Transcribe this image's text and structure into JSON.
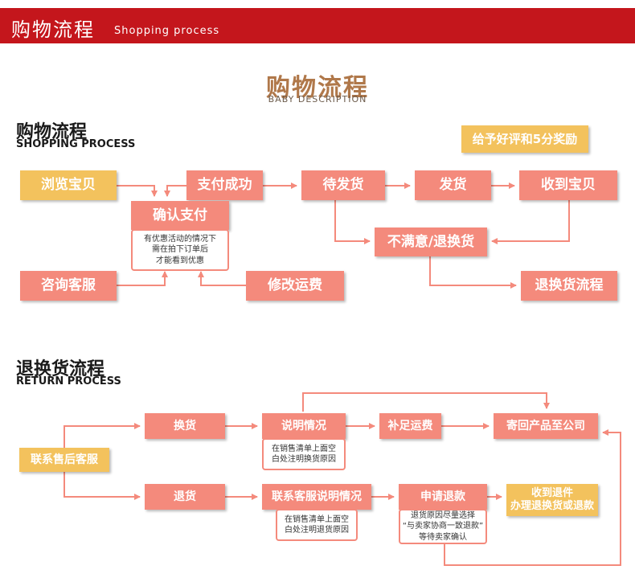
{
  "banner": {
    "title": "购物流程",
    "subtitle": "Shopping process"
  },
  "logo": {
    "cn": "购物流程",
    "en": "BABY DESCRIPTION"
  },
  "shopping": {
    "title_cn": "购物流程",
    "title_en": "SHOPPING PROCESS",
    "reward": "给予好评和5分奖励",
    "browse": "浏览宝贝",
    "pay": "支付成功",
    "await": "待发货",
    "ship": "发货",
    "receive": "收到宝贝",
    "confirm": "确认支付",
    "confirm_note": [
      "有优惠活动的情况下",
      "需在拍下订单后",
      "才能看到优惠"
    ],
    "unsatisfied": "不满意/退换货",
    "consult": "咨询客服",
    "modify": "修改运费",
    "return_flow": "退换货流程"
  },
  "returns": {
    "title_cn": "退换货流程",
    "title_en": "RETURN PROCESS",
    "contact": "联系售后客服",
    "exchange": "换货",
    "explain": "说明情况",
    "explain_note": [
      "在销售清单上面空",
      "白处注明换货原因"
    ],
    "add_fee": "补足运费",
    "send_back": "寄回产品至公司",
    "refund": "退货",
    "contact_explain": "联系客服说明情况",
    "refund_note": [
      "在销售清单上面空",
      "白处注明退货原因"
    ],
    "apply_refund": "申请退款",
    "apply_note": [
      "退货原因尽量选择",
      "“与卖家协商一致退款”",
      "等待卖家确认"
    ],
    "receive_return": [
      "收到退件",
      "办理退换货或退款"
    ]
  },
  "colors": {
    "banner": "#c4161c",
    "box": "#f48a7c",
    "gold": "#f3c25d",
    "logo": "#b0784a"
  }
}
